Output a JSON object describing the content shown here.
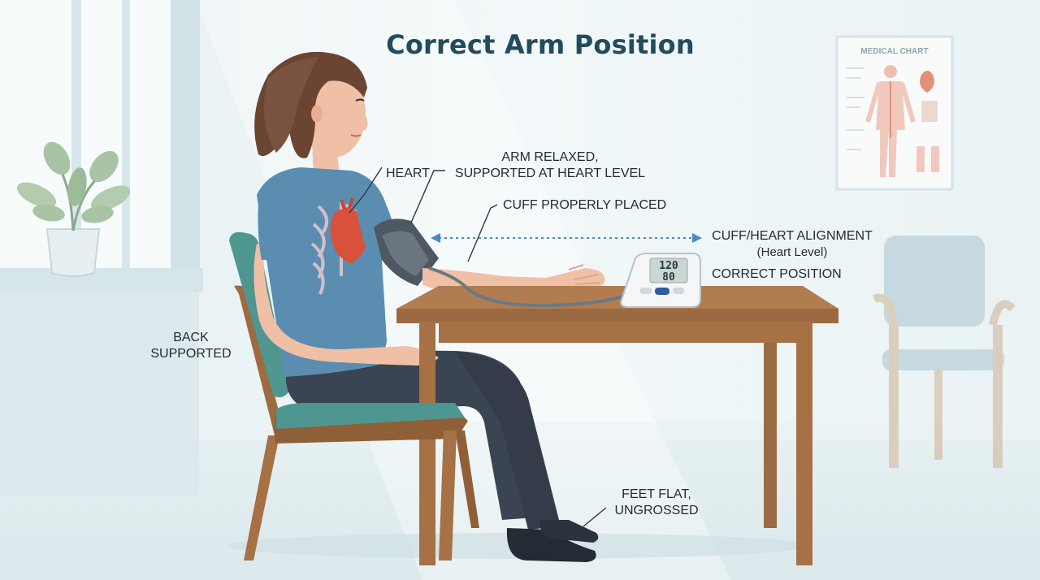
{
  "title": "Correct Arm Position",
  "labels": {
    "heart": "HEART",
    "arm_line1": "ARM RELAXED,",
    "arm_line2": "SUPPORTED AT HEART LEVEL",
    "cuff": "CUFF PROPERLY PLACED",
    "alignment_line1": "CUFF/HEART ALIGNMENT",
    "alignment_line2": "(Heart Level)",
    "correct": "CORRECT POSITION",
    "back_line1": "BACK",
    "back_line2": "SUPPORTED",
    "feet_line1": "FEET FLAT,",
    "feet_line2": "UNGROSSED"
  },
  "poster": {
    "title": "MEDICAL CHART"
  },
  "monitor": {
    "reading_top": "120",
    "reading_bottom": "80"
  },
  "colors": {
    "wall": "#eef5f6",
    "accent_title": "#234b5e",
    "shirt": "#5b8db0",
    "chair_seat": "#4f9690",
    "table_wood": "#b07c50",
    "pants": "#3a4452",
    "heart": "#d8513d",
    "arrow": "#4a8ac0"
  }
}
